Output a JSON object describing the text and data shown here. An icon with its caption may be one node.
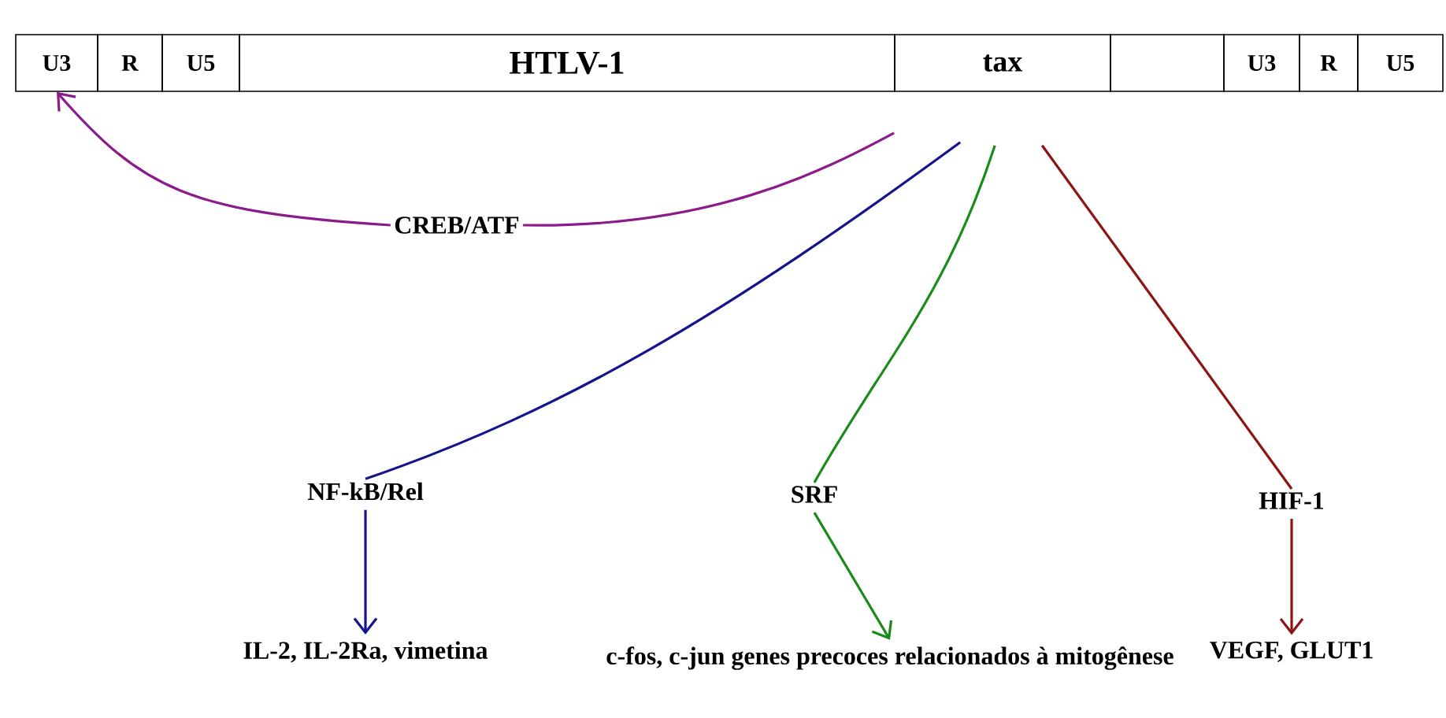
{
  "diagram": {
    "nodes": [
      {
        "text": [
          "U3"
        ]
      },
      {
        "text": [
          "R"
        ]
      },
      {
        "text": [
          "U5"
        ]
      },
      {
        "text": [
          "HTLV-1"
        ]
      },
      {
        "text": [
          "tax"
        ]
      },
      {
        "text": [],
        "shape": "box"
      },
      {
        "text": [
          "U3"
        ]
      },
      {
        "text": [
          "R"
        ]
      },
      {
        "text": [
          "U5"
        ]
      },
      {
        "text": [
          "CREB/ATF"
        ]
      },
      {
        "text": [
          "NF-kB/Rel"
        ]
      },
      {
        "text": [
          "SRF"
        ]
      },
      {
        "text": [
          "HIF-1"
        ]
      },
      {
        "text": [
          "IL-2, IL-2Ra, vimetina"
        ]
      },
      {
        "text": [
          "c-fos, c-jun genes precoces relacionados à mitogênese"
        ]
      },
      {
        "text": [
          "VEGF, GLUT1"
        ]
      }
    ],
    "edges": [
      {
        "from": 4,
        "to": 9,
        "arrow": "none",
        "color": "#8b1a8b"
      },
      {
        "from": 9,
        "to": 0,
        "arrow": "to",
        "color": "#8b1a8b"
      },
      {
        "from": 4,
        "to": 10,
        "arrow": "none",
        "color": "#14148c"
      },
      {
        "from": 4,
        "to": 11,
        "arrow": "none",
        "color": "#1a8c1a"
      },
      {
        "from": 4,
        "to": 12,
        "arrow": "none",
        "color": "#8c1414"
      },
      {
        "from": 10,
        "to": 13,
        "arrow": "to",
        "color": "#14148c"
      },
      {
        "from": 11,
        "to": 14,
        "arrow": "to",
        "color": "#1a8c1a"
      },
      {
        "from": 12,
        "to": 15,
        "arrow": "to",
        "color": "#8c1414"
      }
    ]
  }
}
